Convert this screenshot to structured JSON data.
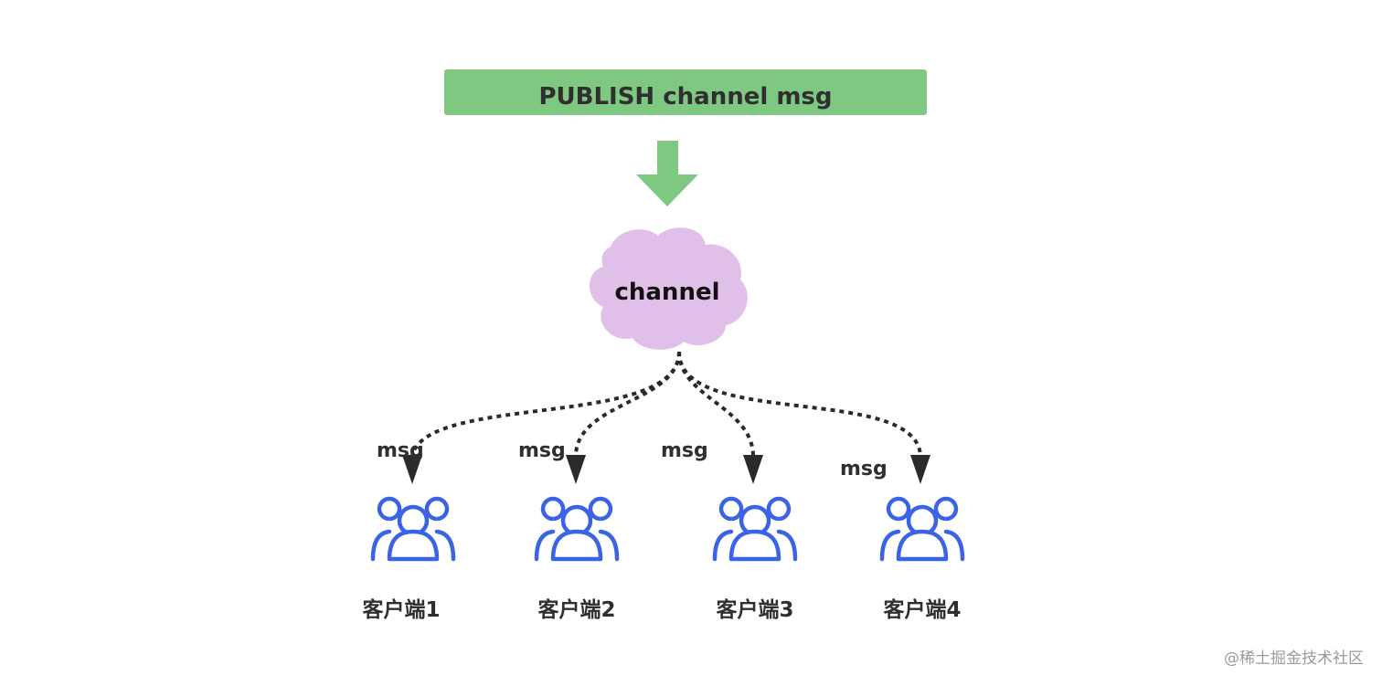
{
  "command": {
    "label": "PUBLISH channel msg",
    "box_color": "#7fc882"
  },
  "arrow_color": "#7fc882",
  "channel": {
    "label": "channel",
    "cloud_color": "#e0bfe8"
  },
  "connector_color": "#2a2a2a",
  "msg_labels": [
    "msg",
    "msg",
    "msg",
    "msg"
  ],
  "clients": [
    {
      "label": "客户端1",
      "icon": "users-icon"
    },
    {
      "label": "客户端2",
      "icon": "users-icon"
    },
    {
      "label": "客户端3",
      "icon": "users-icon"
    },
    {
      "label": "客户端4",
      "icon": "users-icon"
    }
  ],
  "icon_color": "#3b63e6",
  "watermark": "@稀土掘金技术社区"
}
